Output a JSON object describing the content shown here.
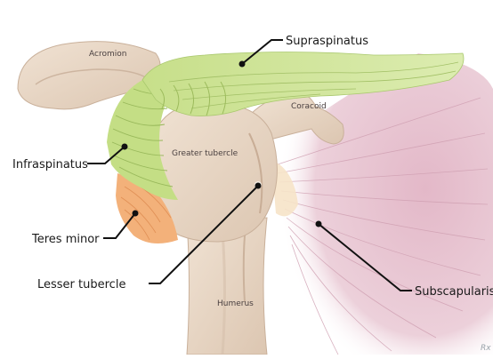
{
  "diagram": {
    "labels": {
      "supraspinatus": "Supraspinatus",
      "infraspinatus": "Infraspinatus",
      "teres_minor": "Teres minor",
      "lesser_tubercle": "Lesser tubercle",
      "subscapularis": "Subscapularis",
      "acromion": "Acromion",
      "coracoid": "Coracoid",
      "greater_tubercle": "Greater tubercle",
      "humerus": "Humerus"
    },
    "watermark": "Rx"
  },
  "colors": {
    "bone": "#ead8c6",
    "bone_shadow": "#cdb7a2",
    "supraspinatus": "#cfe59a",
    "infraspinatus": "#c4de85",
    "teres_minor": "#f3b17a",
    "subscapularis": "#e8c6d2"
  }
}
